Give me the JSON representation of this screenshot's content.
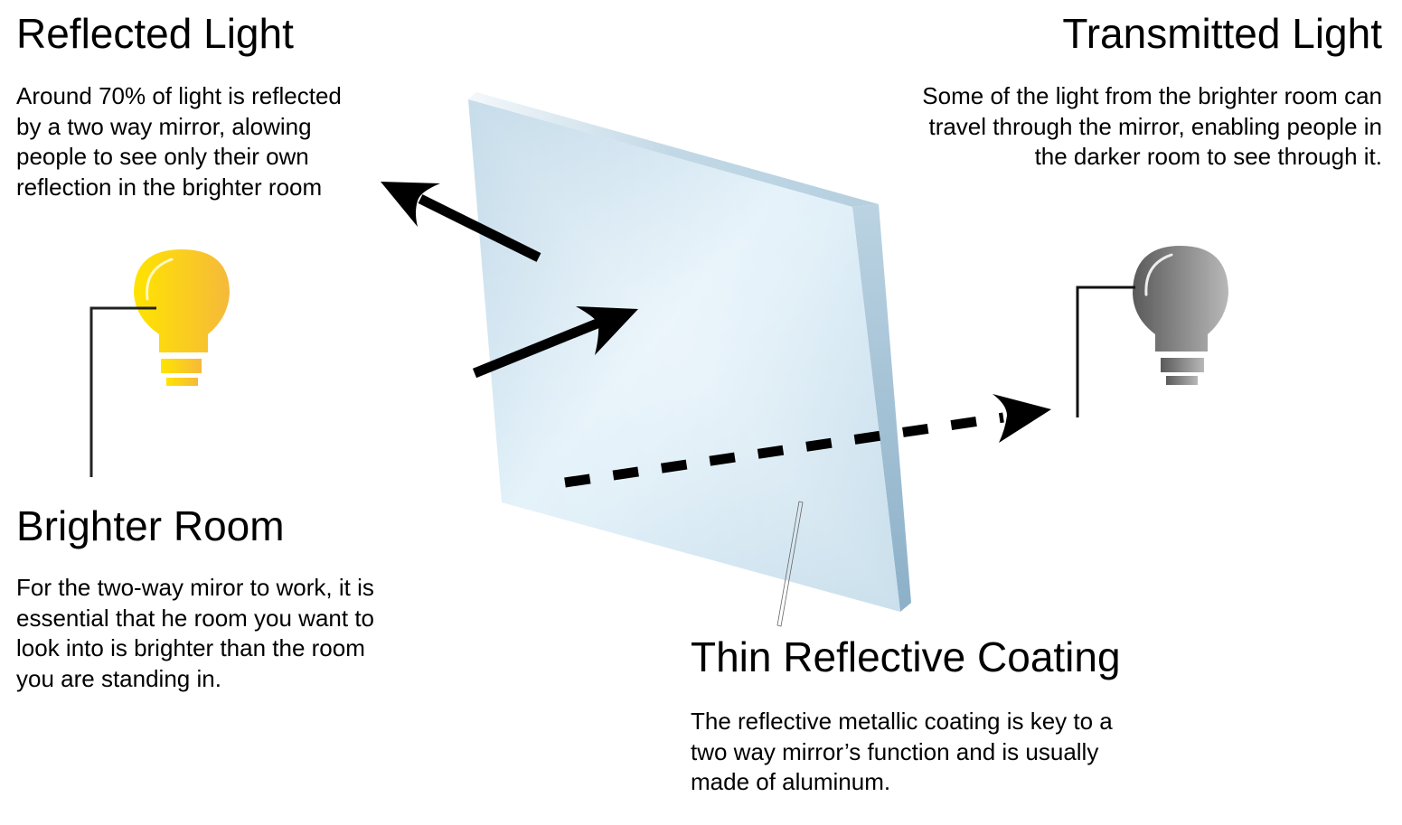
{
  "reflected_light": {
    "title": "Reflected Light",
    "lines": [
      "Around 70% of light is reflected",
      "by a two way mirror, alowing",
      "people to see only their own",
      "reflection in the brighter room"
    ]
  },
  "transmitted_light": {
    "title": "Transmitted Light",
    "lines": [
      "Some of the light from the brighter room can",
      "travel through the mirror, enabling people in",
      "the darker room to see through it."
    ]
  },
  "brighter_room": {
    "title": "Brighter Room",
    "lines": [
      "For the two-way miror to work, it is",
      "essential that he room you want to",
      "look into is brighter than the room",
      "you are standing in."
    ]
  },
  "coating": {
    "title": "Thin Reflective Coating",
    "lines": [
      "The reflective metallic coating is key to a",
      "two way mirror’s function and is usually",
      "made of aluminum."
    ]
  },
  "colors": {
    "bright_bulb_light": "#FFE400",
    "bright_bulb_dark": "#F6B93B",
    "dark_bulb_light": "#5A5A5A",
    "dark_bulb_dark": "#B5B5B5",
    "glass_light": "#E1F0F9",
    "glass_dark": "#A9CADF",
    "glass_edge": "#8FB4CC",
    "arrow": "#000000"
  },
  "icons": {
    "bright_bulb": "lightbulb-on-icon",
    "dark_bulb": "lightbulb-off-icon",
    "mirror": "two-way-mirror-pane"
  }
}
